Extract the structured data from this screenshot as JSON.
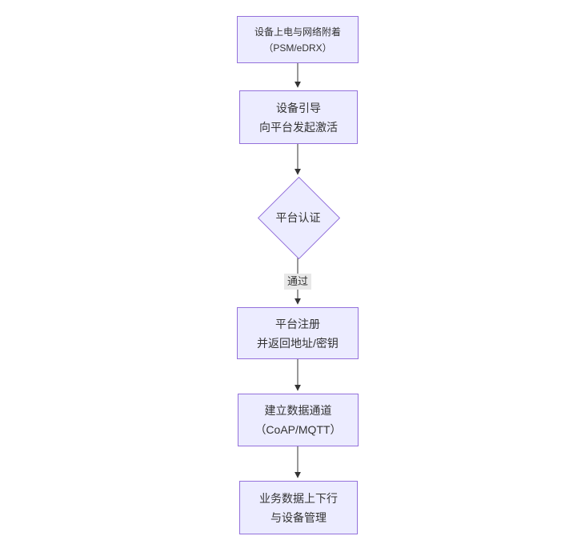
{
  "diagram": {
    "type": "flowchart-top-down",
    "colors": {
      "node_fill": "#ECECFF",
      "node_border": "#9370DB",
      "edge_stroke": "#333333",
      "edge_label_bg": "#e8e8e8",
      "text": "#333333",
      "background": "#ffffff"
    },
    "nodes": [
      {
        "id": "power-attach",
        "shape": "rect",
        "lines": [
          "设备上电与网络附着",
          "（PSM/eDRX）"
        ]
      },
      {
        "id": "bootstrap",
        "shape": "rect",
        "lines": [
          "设备引导",
          "向平台发起激活"
        ]
      },
      {
        "id": "platform-auth",
        "shape": "diamond",
        "lines": [
          "平台认证"
        ]
      },
      {
        "id": "register",
        "shape": "rect",
        "lines": [
          "平台注册",
          "并返回地址/密钥"
        ]
      },
      {
        "id": "data-channel",
        "shape": "rect",
        "lines": [
          "建立数据通道",
          "（CoAP/MQTT）"
        ]
      },
      {
        "id": "business",
        "shape": "rect",
        "lines": [
          "业务数据上下行",
          "与设备管理"
        ]
      }
    ],
    "edges": [
      {
        "from": "power-attach",
        "to": "bootstrap",
        "label": ""
      },
      {
        "from": "bootstrap",
        "to": "platform-auth",
        "label": ""
      },
      {
        "from": "platform-auth",
        "to": "register",
        "label": "通过"
      },
      {
        "from": "register",
        "to": "data-channel",
        "label": ""
      },
      {
        "from": "data-channel",
        "to": "business",
        "label": ""
      }
    ]
  }
}
